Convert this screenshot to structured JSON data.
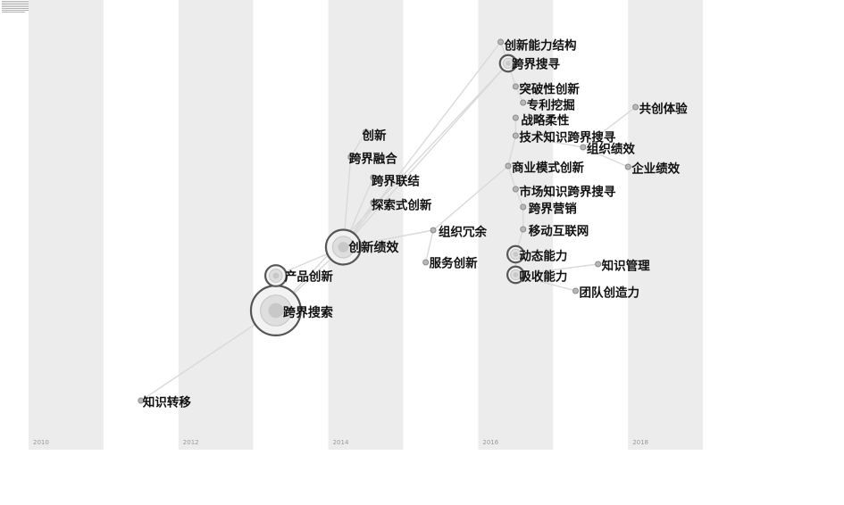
{
  "chart_data": {
    "type": "scatter",
    "title": "",
    "xlabel": "",
    "ylabel": "",
    "xlim": [
      2010,
      2020
    ],
    "year_labels": [
      "2010",
      "2012",
      "2014",
      "2016",
      "2018"
    ],
    "colors": {
      "band": "#ececec",
      "edge": "#d9d9d9",
      "ring": "#555555",
      "node": "#b8b8b8",
      "label": "#111111"
    },
    "nodes": [
      {
        "id": "n0",
        "label": "知识转移",
        "year": 2011.5,
        "freq": 1
      },
      {
        "id": "n1",
        "label": "跨界搜索",
        "year": 2013.3,
        "freq": 32
      },
      {
        "id": "n2",
        "label": "产品创新",
        "year": 2013.3,
        "freq": 4
      },
      {
        "id": "n3",
        "label": "创新绩效",
        "year": 2014.2,
        "freq": 14
      },
      {
        "id": "n4",
        "label": "创新",
        "year": 2014.5,
        "freq": 1
      },
      {
        "id": "n5",
        "label": "跨界融合",
        "year": 2014.3,
        "freq": 1
      },
      {
        "id": "n6",
        "label": "跨界联结",
        "year": 2014.6,
        "freq": 1
      },
      {
        "id": "n7",
        "label": "探索式创新",
        "year": 2014.6,
        "freq": 1
      },
      {
        "id": "n8",
        "label": "组织冗余",
        "year": 2015.4,
        "freq": 1
      },
      {
        "id": "n9",
        "label": "服务创新",
        "year": 2015.3,
        "freq": 1
      },
      {
        "id": "n10",
        "label": "创新能力结构",
        "year": 2016.3,
        "freq": 1
      },
      {
        "id": "n11",
        "label": "跨界搜寻",
        "year": 2016.4,
        "freq": 2
      },
      {
        "id": "n12",
        "label": "突破性创新",
        "year": 2016.5,
        "freq": 1
      },
      {
        "id": "n13",
        "label": "专利挖掘",
        "year": 2016.6,
        "freq": 1
      },
      {
        "id": "n14",
        "label": "战略柔性",
        "year": 2016.5,
        "freq": 1
      },
      {
        "id": "n15",
        "label": "技术知识跨界搜寻",
        "year": 2016.5,
        "freq": 1
      },
      {
        "id": "n16",
        "label": "组织绩效",
        "year": 2017.4,
        "freq": 1
      },
      {
        "id": "n17",
        "label": "共创体验",
        "year": 2018.1,
        "freq": 1
      },
      {
        "id": "n18",
        "label": "商业模式创新",
        "year": 2016.4,
        "freq": 1
      },
      {
        "id": "n19",
        "label": "企业绩效",
        "year": 2018.0,
        "freq": 1
      },
      {
        "id": "n20",
        "label": "市场知识跨界搜寻",
        "year": 2016.5,
        "freq": 1
      },
      {
        "id": "n21",
        "label": "跨界营销",
        "year": 2016.6,
        "freq": 1
      },
      {
        "id": "n22",
        "label": "移动互联网",
        "year": 2016.6,
        "freq": 1
      },
      {
        "id": "n23",
        "label": "动态能力",
        "year": 2016.5,
        "freq": 2
      },
      {
        "id": "n24",
        "label": "吸收能力",
        "year": 2016.5,
        "freq": 2
      },
      {
        "id": "n25",
        "label": "知识管理",
        "year": 2017.6,
        "freq": 1
      },
      {
        "id": "n26",
        "label": "团队创造力",
        "year": 2017.3,
        "freq": 1
      }
    ],
    "edges": [
      [
        "n1",
        "n2"
      ],
      [
        "n1",
        "n3"
      ],
      [
        "n2",
        "n3"
      ],
      [
        "n1",
        "n0"
      ],
      [
        "n3",
        "n5"
      ],
      [
        "n3",
        "n6"
      ],
      [
        "n3",
        "n7"
      ],
      [
        "n3",
        "n8"
      ],
      [
        "n3",
        "n11"
      ],
      [
        "n3",
        "n10"
      ],
      [
        "n1",
        "n11"
      ],
      [
        "n8",
        "n18"
      ],
      [
        "n8",
        "n9"
      ],
      [
        "n11",
        "n12"
      ],
      [
        "n11",
        "n10"
      ],
      [
        "n18",
        "n20"
      ],
      [
        "n18",
        "n15"
      ],
      [
        "n15",
        "n16"
      ],
      [
        "n20",
        "n21"
      ],
      [
        "n21",
        "n22"
      ],
      [
        "n22",
        "n23"
      ],
      [
        "n23",
        "n24"
      ],
      [
        "n24",
        "n26"
      ],
      [
        "n17",
        "n16"
      ],
      [
        "n14",
        "n15"
      ],
      [
        "n13",
        "n12"
      ],
      [
        "n19",
        "n16"
      ],
      [
        "n25",
        "n24"
      ],
      [
        "n4",
        "n5"
      ]
    ]
  }
}
